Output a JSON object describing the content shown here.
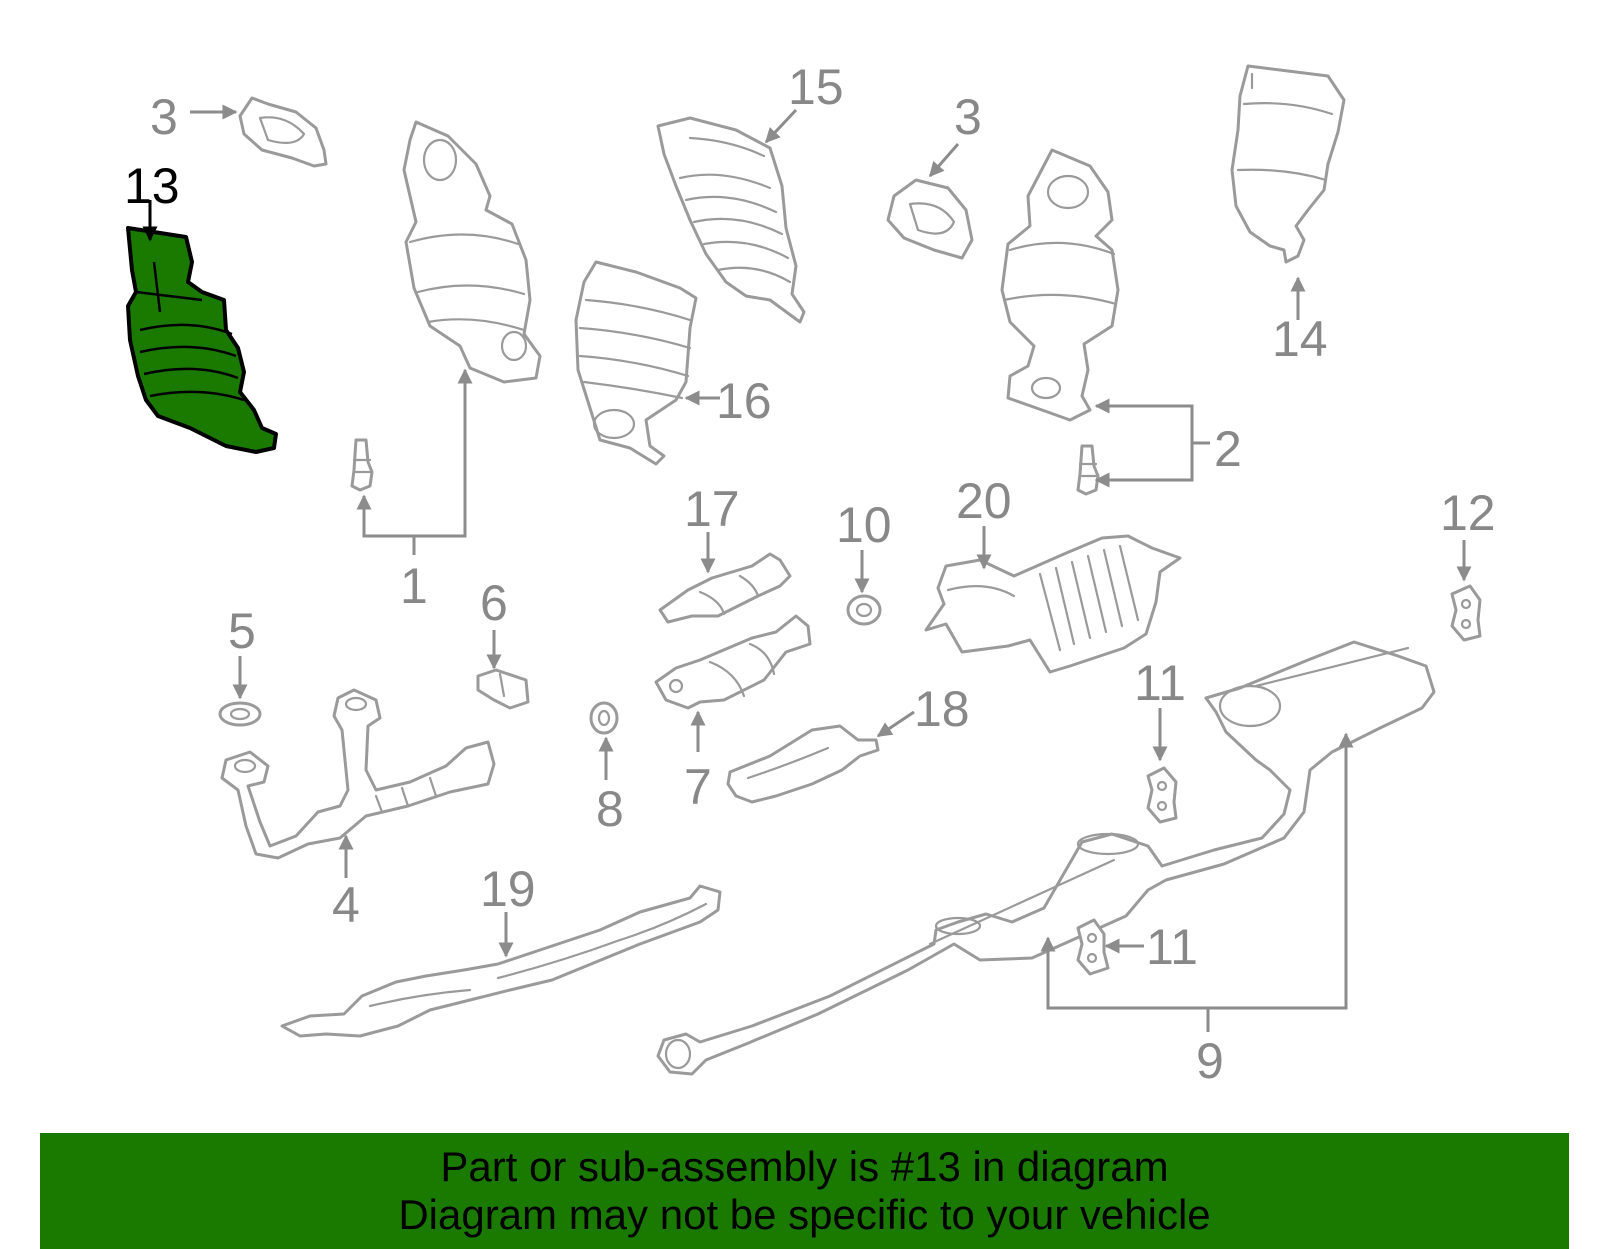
{
  "diagram": {
    "highlight_color": "#1a7a00",
    "callouts": {
      "c1": "1",
      "c2": "2",
      "c3a": "3",
      "c3b": "3",
      "c4": "4",
      "c5": "5",
      "c6": "6",
      "c7": "7",
      "c8": "8",
      "c9": "9",
      "c10": "10",
      "c11a": "11",
      "c11b": "11",
      "c12": "12",
      "c13": "13",
      "c14": "14",
      "c15": "15",
      "c16": "16",
      "c17": "17",
      "c18": "18",
      "c19": "19",
      "c20": "20"
    }
  },
  "banner": {
    "line1": "Part or sub-assembly is #13 in diagram",
    "line2": "Diagram may not be specific to your vehicle",
    "background": "#1a7a00"
  }
}
